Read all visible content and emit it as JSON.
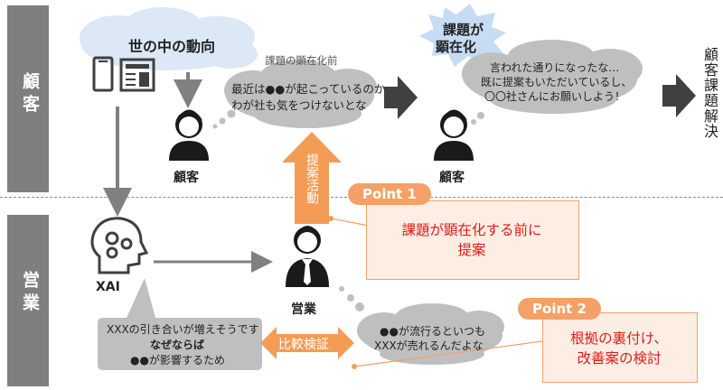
{
  "sidebar": {
    "customer_label": "顧客",
    "sales_label": "営業"
  },
  "top": {
    "trend_cloud": "世の中の動向",
    "before_label": "課題の顕在化前",
    "bubble1_lines": [
      "最近は●●が起こっているのか",
      "わが社も気をつけないとな"
    ],
    "customer1": "顧客",
    "star": [
      "課題が",
      "顕在化"
    ],
    "bubble2_lines": [
      "言われた通りになったな…",
      "既に提案もいただいているし、",
      "〇〇社さんにお願いしよう！"
    ],
    "customer2": "顧客",
    "resolution": "顧客課題解決"
  },
  "bottom": {
    "xai_label": "XAI",
    "xai_bubble_lines": [
      "XXXの引き合いが増えそうです",
      "なぜならば",
      "●●が影響するため"
    ],
    "sales_label": "営業",
    "proposal_arrow": "提案活動",
    "compare_arrow": "比較検証",
    "sales_bubble_lines": [
      "●●が流行るといつも",
      "XXXが売れるんだよな"
    ]
  },
  "points": [
    {
      "tag": "Point 1",
      "lines": [
        "課題が顕在化する前に",
        "提案"
      ]
    },
    {
      "tag": "Point 2",
      "lines": [
        "根拠の裏付け、",
        "改善案の検討"
      ]
    }
  ],
  "colors": {
    "sidebar": "#7f7f7f",
    "cloud": "#dce8f6",
    "star": "#c5dcf3",
    "bubble": "#bfbfbf",
    "orange": "#f39c55",
    "point_fill": "#fdeee3",
    "red_text": "#e21b1b",
    "dark_arrow": "#404040"
  }
}
